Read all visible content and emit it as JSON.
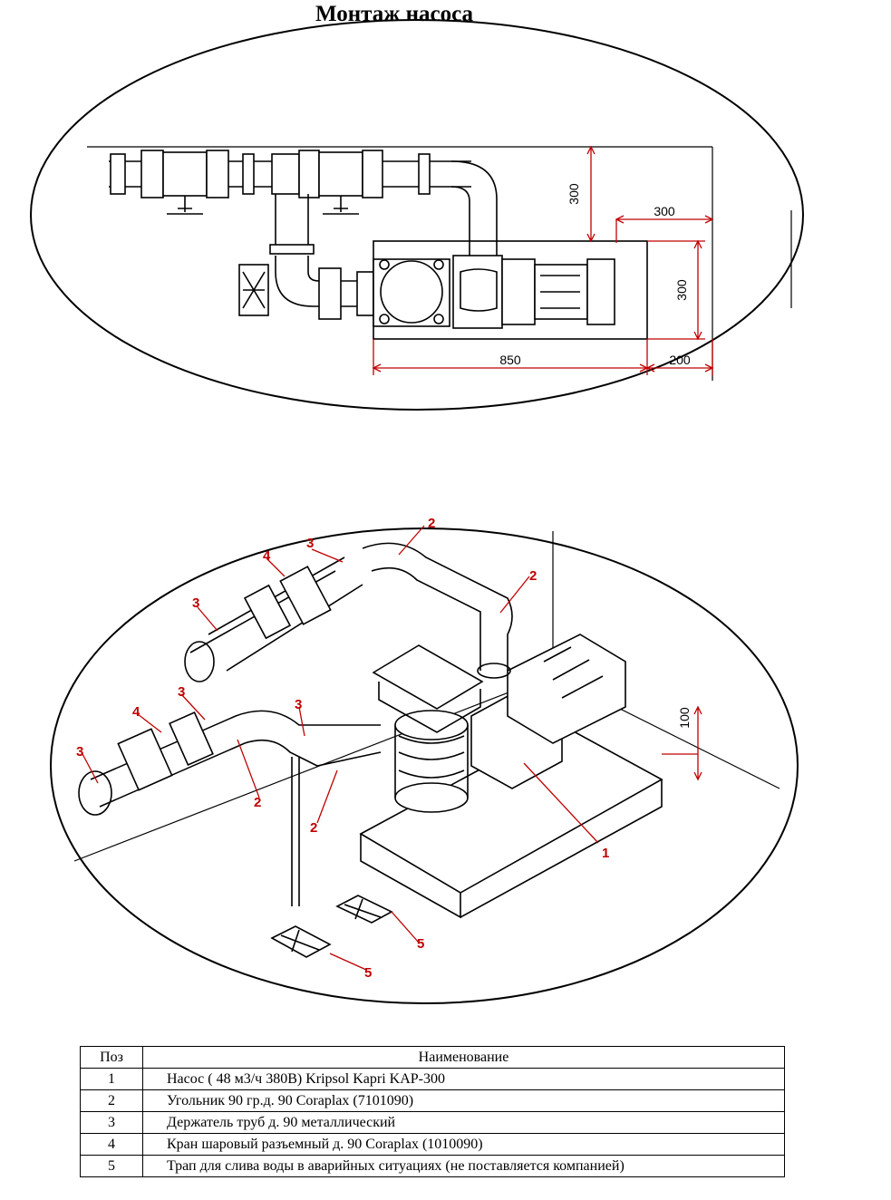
{
  "title": "Монтаж насоса",
  "top_view": {
    "dimensions": [
      "300",
      "300",
      "300",
      "850",
      "200"
    ]
  },
  "iso_view": {
    "callouts": [
      "1",
      "2",
      "2",
      "2",
      "2",
      "3",
      "3",
      "3",
      "3",
      "3",
      "4",
      "4",
      "5",
      "5"
    ],
    "height_dim": "100"
  },
  "table": {
    "headers": [
      "Поз",
      "Наименование"
    ],
    "rows": [
      {
        "pos": "1",
        "name": "Насос ( 48 м3/ч 380В) Kripsol Kapri KAP-300"
      },
      {
        "pos": "2",
        "name": "Угольник 90 гр.д. 90 Coraplax (7101090)"
      },
      {
        "pos": "3",
        "name": "Держатель труб д. 90 металлический"
      },
      {
        "pos": "4",
        "name": "Кран шаровый разъемный д. 90 Coraplax (1010090)"
      },
      {
        "pos": "5",
        "name": "Трап для слива воды в аварийных ситуациях (не поставляется компанией)"
      }
    ]
  },
  "colors": {
    "dimension_line": "#c00000",
    "drawing_line": "#000000"
  }
}
